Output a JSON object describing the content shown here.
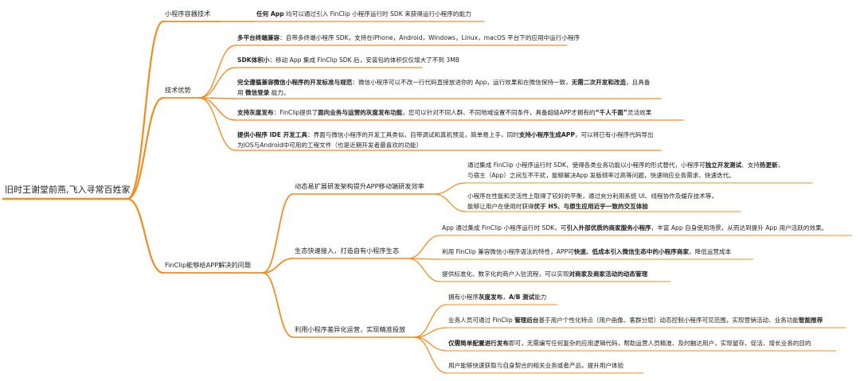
{
  "colors": {
    "line": "#f28c1f",
    "text": "#222222"
  },
  "root": {
    "label": "旧时王谢堂前燕,飞入寻常百姓家"
  },
  "branches": [
    {
      "label": "小程序容器技术",
      "leaves": [
        {
          "segments": [
            "任何 App",
            " 均可以通过引入 FinClip 小程序运行时 SDK 来获得运行小程序的能力"
          ]
        }
      ]
    },
    {
      "label": "技术优势",
      "leaves": [
        {
          "segments": [
            "多平台终端兼容",
            "：自带多终端小程序 SDK，支持在iPhone，Android，Windows，Linux，macOS 平台下的应用中运行小程序"
          ]
        },
        {
          "segments": [
            "SDK体积小",
            "：移动 App 集成 FinClip SDK 后，安装包的体积仅仅增大了不到 3MB"
          ]
        },
        {
          "segments": [
            "完全遵循兼容微信小程序的开发标准与规范",
            "：微信小程序可以不改一行代码直接放进你的 App，运行效果和在微信保持一致，",
            "无需二次开发和改造",
            "，且具备"
          ],
          "line2": [
            "用 ",
            "微信登录",
            " 能力。"
          ]
        },
        {
          "segments": [
            "支持灰度发布",
            "：FinClip提供了",
            "面向业务与运营的灰度发布功能",
            "，您可以针对不同人群、不同地域设置不同条件，具备超级APP才拥有的",
            "“千人千面”",
            "灵活效果"
          ]
        },
        {
          "segments": [
            "提供小程序 IDE 开发工具",
            "：界面与微信小程序的开发工具类似，自带调试和真机预览，简单易上手，同时",
            "支持小程序生成APP",
            "，可以将已有小程序代码导出"
          ],
          "line2": [
            "为IOS与Android中可用的工程文件（也是近期开发者最喜欢的功能）"
          ]
        }
      ]
    },
    {
      "label": "FinClip能够给APP解决的问题",
      "subs": [
        {
          "label": "动态易扩展研发架构提升APP移动端研发效率",
          "leaves": [
            {
              "segments": [
                "通过集成 FinClip 小程序运行时 SDK，使得各类业务功能以小程序的形式替代，小程序可",
                "独立开发测试",
                "、支持",
                "热更新",
                "，"
              ],
              "line2": [
                "与宿主（App）之间互不干扰，能够解决App 发版频率过高等问题，快速响应业务需求、快速迭代。"
              ]
            },
            {
              "segments": [
                "小程序在性能和灵活性上取得了较好的平衡，通过充分利用系统 UI、线程协作及缓存技术等，"
              ],
              "line2": [
                "能够让用户在使用时获得",
                "优于 H5、与原生应用近乎一致的交互体验"
              ]
            }
          ]
        },
        {
          "label": "生态快速接入，打造自有小程序生态",
          "leaves": [
            {
              "segments": [
                "App 通过集成 FinClip 小程序运行时 SDK，可",
                "引入外部优质的商家服务小程序",
                "，丰富 App 自身使用场景，从而达到提升 App 用户活跃的效果。"
              ]
            },
            {
              "segments": [
                "利用 FinClip 兼容微信小程序语法的特性，APP可",
                "快速、低成本引入微信生态中的小程序商家",
                "，降低运营成本"
              ]
            },
            {
              "segments": [
                "提供标准化、数字化的商户入驻流程，可以实现",
                "对商家及商家活动的动态管理"
              ]
            }
          ]
        },
        {
          "label": "利用小程序差异化运营，实现精准投放",
          "leaves": [
            {
              "segments": [
                "拥有小程序",
                "灰度发布",
                "，",
                "A/B 测试",
                "能力"
              ]
            },
            {
              "segments": [
                "业务人员可通过 FinClip ",
                "管理后台",
                "基于用户个性化特点（用户画像、客群分层）动态控制小程序可见范围，实现营销活动、业务功能",
                "智能推荐"
              ]
            },
            {
              "segments": [
                "仅需简单配置进行发布",
                "即可，无需编写任何复杂的应用逻辑代码，帮助运营人员精准、及时触达用户，实现留存、促活、增长业务的目的"
              ]
            },
            {
              "segments": [
                "用户能够快速获取与自身契合的相关业务或者产品，提升用户体验"
              ]
            }
          ]
        }
      ]
    }
  ]
}
